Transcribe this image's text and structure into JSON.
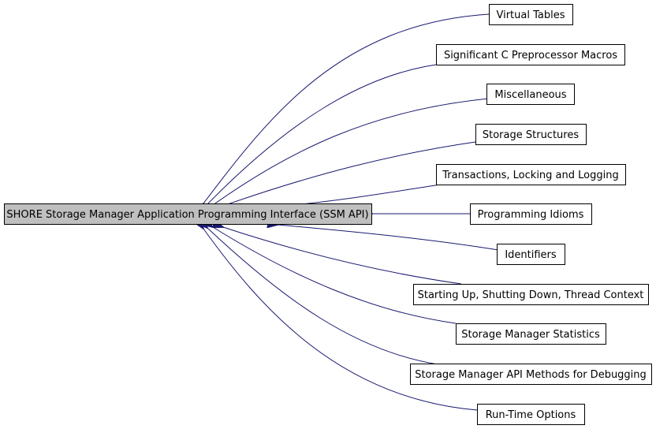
{
  "center": {
    "label": "SHORE Storage Manager Application Programming Interface (SSM API)"
  },
  "related_groups": [
    {
      "label": "Virtual Tables"
    },
    {
      "label": "Significant C Preprocessor Macros"
    },
    {
      "label": "Miscellaneous"
    },
    {
      "label": "Storage Structures"
    },
    {
      "label": "Transactions, Locking and Logging"
    },
    {
      "label": "Programming Idioms"
    },
    {
      "label": "Identifiers"
    },
    {
      "label": "Starting Up, Shutting Down, Thread Context"
    },
    {
      "label": "Storage Manager Statistics"
    },
    {
      "label": "Storage Manager API Methods for Debugging"
    },
    {
      "label": "Run-Time Options"
    }
  ],
  "colors": {
    "edge": "#191970",
    "center_fill": "#bfbfbf",
    "node_fill": "#ffffff",
    "border": "#000000"
  }
}
